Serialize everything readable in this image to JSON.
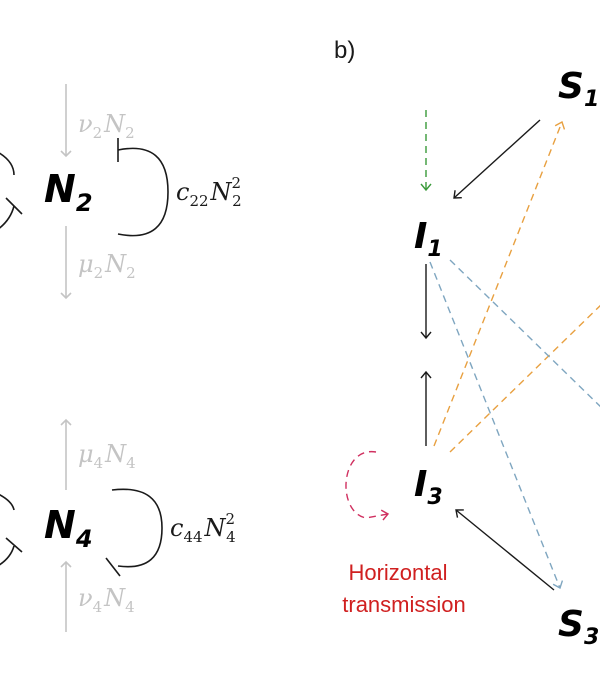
{
  "panel_label": "b)",
  "left_nodes": {
    "n2": {
      "letter": "N",
      "sub": "2"
    },
    "n4": {
      "letter": "N",
      "sub": "4"
    }
  },
  "left_rates": {
    "nu2": {
      "sym": "ν",
      "idx": "2",
      "var": "N",
      "vidx": "2"
    },
    "mu2": {
      "sym": "μ",
      "idx": "2",
      "var": "N",
      "vidx": "2"
    },
    "c22": {
      "sym": "c",
      "idx": "22",
      "var": "N",
      "vidx": "2",
      "pow": "2"
    },
    "mu4": {
      "sym": "μ",
      "idx": "4",
      "var": "N",
      "vidx": "4"
    },
    "nu4": {
      "sym": "ν",
      "idx": "4",
      "var": "N",
      "vidx": "4"
    },
    "c44": {
      "sym": "c",
      "idx": "44",
      "var": "N",
      "vidx": "4",
      "pow": "2"
    }
  },
  "right_nodes": {
    "s1": {
      "letter": "S",
      "sub": "1"
    },
    "i1": {
      "letter": "I",
      "sub": "1"
    },
    "i3": {
      "letter": "I",
      "sub": "3"
    },
    "s3": {
      "letter": "S",
      "sub": "3"
    }
  },
  "annotation": {
    "line1": "Horizontal",
    "line2": "transmission"
  },
  "colors": {
    "grey": "#c4c4c4",
    "black": "#1a1a1a",
    "green": "#3a9a3a",
    "orange": "#e8a040",
    "blue": "#7fa6c0",
    "pink": "#d03060",
    "red_text": "#d02020"
  }
}
